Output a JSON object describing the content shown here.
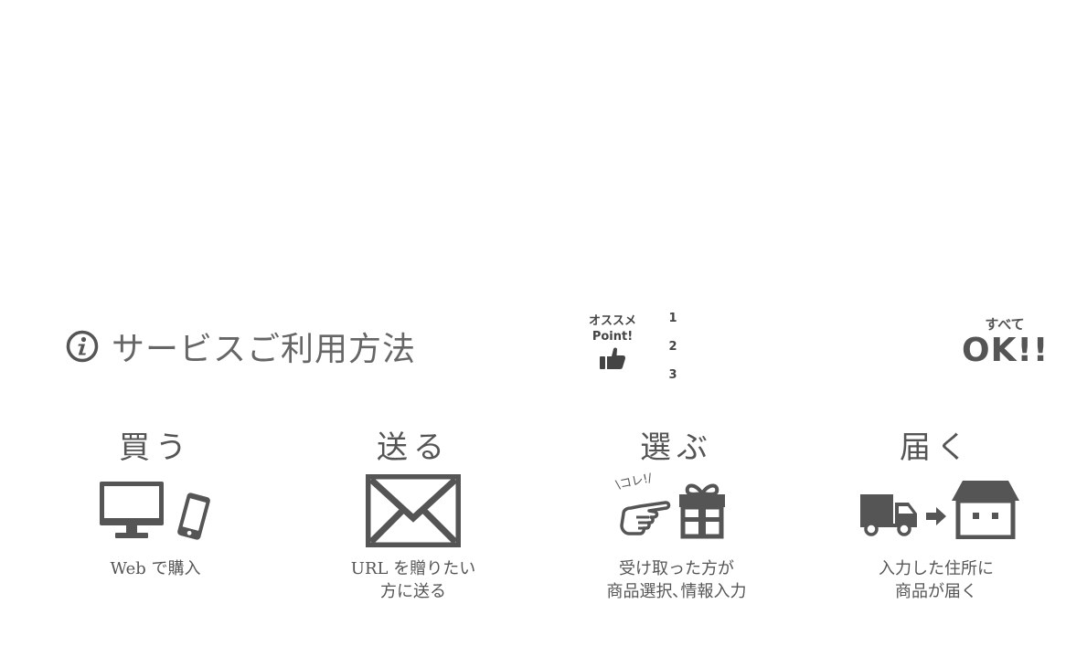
{
  "section": {
    "title": "サービスご利用方法",
    "icon": "info-icon"
  },
  "recommend": {
    "label_line1": "オススメ",
    "label_line2": "Point!",
    "icon": "thumbs-up-icon",
    "numbers": [
      "1",
      "2",
      "3"
    ]
  },
  "ok_badge": {
    "small": "すべて",
    "large": "OK!!"
  },
  "steps": [
    {
      "title": "買う",
      "icons": [
        "desktop-icon",
        "smartphone-icon"
      ],
      "desc_lines": [
        "Web で購入"
      ]
    },
    {
      "title": "送る",
      "icons": [
        "envelope-icon"
      ],
      "desc_lines": [
        "URL を贈りたい",
        "方に送る"
      ]
    },
    {
      "title": "選ぶ",
      "icons": [
        "pointing-hand-icon",
        "gift-box-icon"
      ],
      "hand_caption": "コレ!",
      "desc_lines": [
        "受け取った方が",
        "商品選択､情報入力"
      ]
    },
    {
      "title": "届く",
      "icons": [
        "delivery-truck-icon",
        "arrow-right-icon",
        "house-icon"
      ],
      "desc_lines": [
        "入力した住所に",
        "商品が届く"
      ]
    }
  ],
  "colors": {
    "icon": "#555555",
    "text": "#555555",
    "background": "#ffffff"
  }
}
